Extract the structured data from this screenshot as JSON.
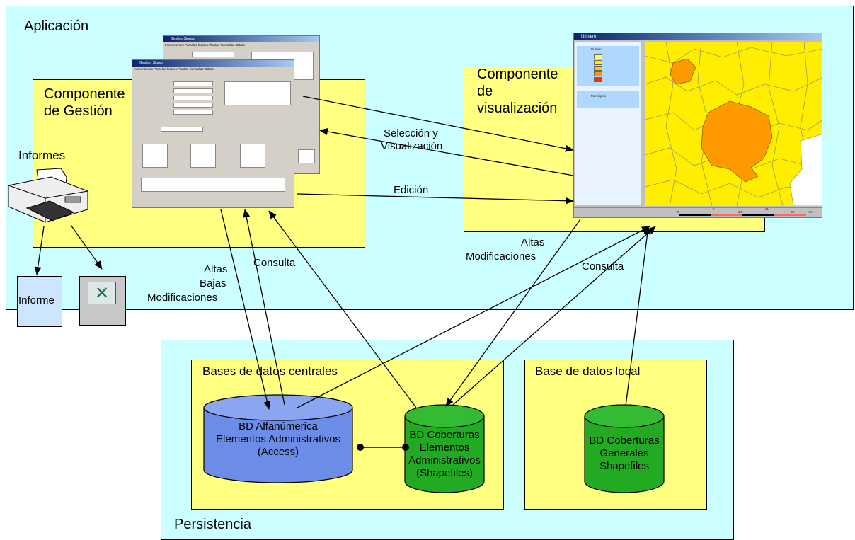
{
  "aplicacion": {
    "title": "Aplicación"
  },
  "gestion": {
    "title_line1": "Componente",
    "title_line2": "de Gestión"
  },
  "visualizacion": {
    "title_line1": "Componente",
    "title_line2": "de",
    "title_line3": "visualización"
  },
  "informes": {
    "title": "Informes",
    "informe_doc": "Informe"
  },
  "persistencia": {
    "title": "Persistencia"
  },
  "bd_centrales": {
    "title": "Bases de datos centrales"
  },
  "bd_local": {
    "title": "Base de datos local"
  },
  "db_alfanumerica": {
    "line1": "BD Alfanúmerica",
    "line2": "Elementos Administrativos",
    "line3": "(Access)"
  },
  "db_coberturas": {
    "line1": "BD Coberturas",
    "line2": "Elementos",
    "line3": "Administrativos",
    "line4": "(Shapefiles)"
  },
  "db_generales": {
    "line1": "BD Coberturas",
    "line2": "Generales",
    "line3": "Shapefiles"
  },
  "flows": {
    "seleccion_1": "Selección y",
    "seleccion_2": "Visualización",
    "edicion": "Edición",
    "altas_1": "Altas",
    "bajas": "Bajas",
    "modificaciones_1": "Modificaciones",
    "consulta_left": "Consulta",
    "altas_2": "Altas",
    "modificaciones_2": "Modificaciones",
    "consulta_right": "Consulta"
  },
  "map_window": {
    "title": "Número",
    "legend_numero": "Número",
    "legend_municipios": "Municipios",
    "scale_ticks": [
      "0",
      "7",
      "14",
      "21",
      "28"
    ],
    "scale_unit": "Km"
  },
  "form_window": {
    "title": "Gestion Signos",
    "menu": "Intervinientes  Parcelas  Índices  Plantas  Consultas  Tablas"
  },
  "colors": {
    "cyan": "#ccffff",
    "yellow": "#ffff80",
    "db_blue": "#6b8de8",
    "db_green": "#22aa22"
  }
}
